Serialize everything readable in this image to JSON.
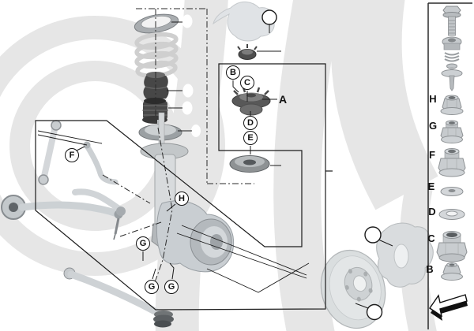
{
  "callouts": {
    "circled": [
      {
        "letter": "F"
      },
      {
        "letter": "H"
      },
      {
        "letter": "G"
      },
      {
        "letter": "G"
      },
      {
        "letter": "G"
      },
      {
        "letter": "B"
      },
      {
        "letter": "C"
      },
      {
        "letter": "D"
      },
      {
        "letter": "E"
      }
    ],
    "plain": [
      {
        "letter": "A"
      }
    ],
    "unlabeled_circle_count": 4
  },
  "sidebar": {
    "labels": [
      {
        "letter": "H"
      },
      {
        "letter": "G"
      },
      {
        "letter": "F"
      },
      {
        "letter": "E"
      },
      {
        "letter": "D"
      },
      {
        "letter": "C"
      },
      {
        "letter": "B"
      }
    ]
  },
  "colors": {
    "background": "#ffffff",
    "watermark": "#e6e6e6",
    "line": "#1c1c1c",
    "part_dark": "#4a4a4a",
    "part_light": "#d9dcde",
    "callout_fill": "#ffffff"
  }
}
